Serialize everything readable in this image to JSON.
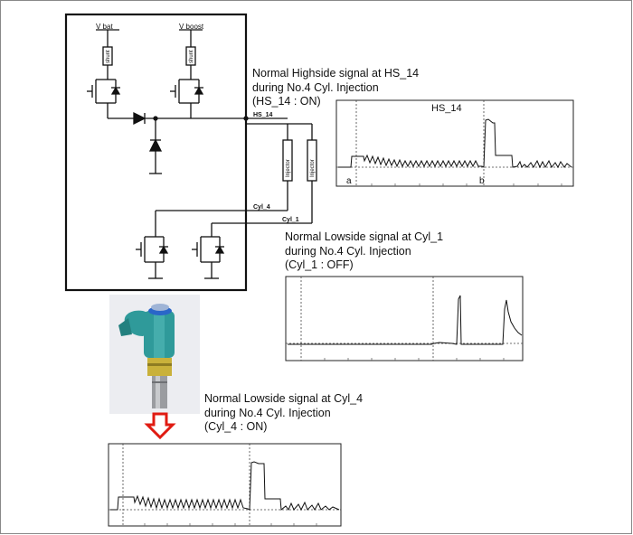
{
  "circuit": {
    "supply_left": "V bat",
    "supply_right": "V boost",
    "shunt_label": "shunt",
    "hs_node": "HS_14",
    "cyl4_node": "Cyl_4",
    "cyl1_node": "Cyl_1",
    "injector_label": "Injector"
  },
  "annotations": {
    "hs14": [
      "Normal Highside signal at HS_14",
      "during No.4 Cyl. Injection",
      "(HS_14 : ON)"
    ],
    "cyl1": [
      "Normal Lowside signal at Cyl_1",
      "during No.4 Cyl. Injection",
      "(Cyl_1 : OFF)"
    ],
    "cyl4": [
      "Normal Lowside signal at Cyl_4",
      "during No.4 Cyl. Injection",
      "(Cyl_4 : ON)"
    ]
  },
  "scope_hs14": {
    "title": "HS_14",
    "marker_a": "a",
    "marker_b": "b"
  },
  "colors": {
    "arrow": "#e01b12",
    "injector_body": "#2f9a9a",
    "injector_cap": "#2a66c8",
    "injector_collar": "#c9b13a"
  }
}
